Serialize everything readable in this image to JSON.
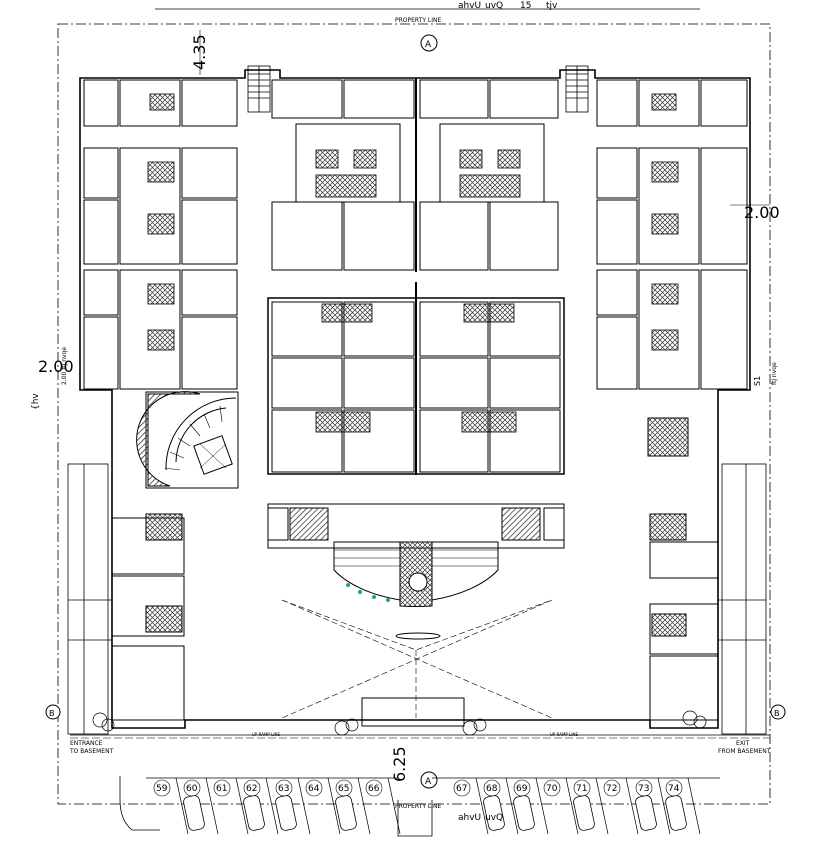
{
  "top_dims": {
    "a": "ahvU",
    "b": "uvQ",
    "c": "15",
    "d": "tjv"
  },
  "bottom_dims": {
    "a": "ahvU",
    "b": "uvQ"
  },
  "property_line": "PROPERTY LINE",
  "setbacks": {
    "top": "4.35",
    "left": "2.00",
    "right": "2.00",
    "bottom": "6.25"
  },
  "left_side_labels": {
    "a": "{hv",
    "b": "2.00 ftj nvqe"
  },
  "right_side_labels": {
    "a": "S1",
    "b": "ftj nvqe"
  },
  "section_markers": {
    "top": "A",
    "bottom": "A",
    "left": "B",
    "right": "B"
  },
  "entrance_label": {
    "line1": "ENTRANCE",
    "line2": "TO BASEMENT"
  },
  "exit_label": {
    "line1": "EXIT",
    "line2": "FROM BASEMENT"
  },
  "ramp_labels": {
    "left": "UP RAMP LINE",
    "right": "UP RAMP LINE"
  },
  "parking_numbers": [
    "59",
    "60",
    "61",
    "62",
    "63",
    "64",
    "65",
    "66",
    "67",
    "68",
    "69",
    "70",
    "71",
    "72",
    "73",
    "74"
  ],
  "colors": {
    "line": "#000000",
    "hatch": "#222222",
    "accent": "#1aa0a0"
  }
}
